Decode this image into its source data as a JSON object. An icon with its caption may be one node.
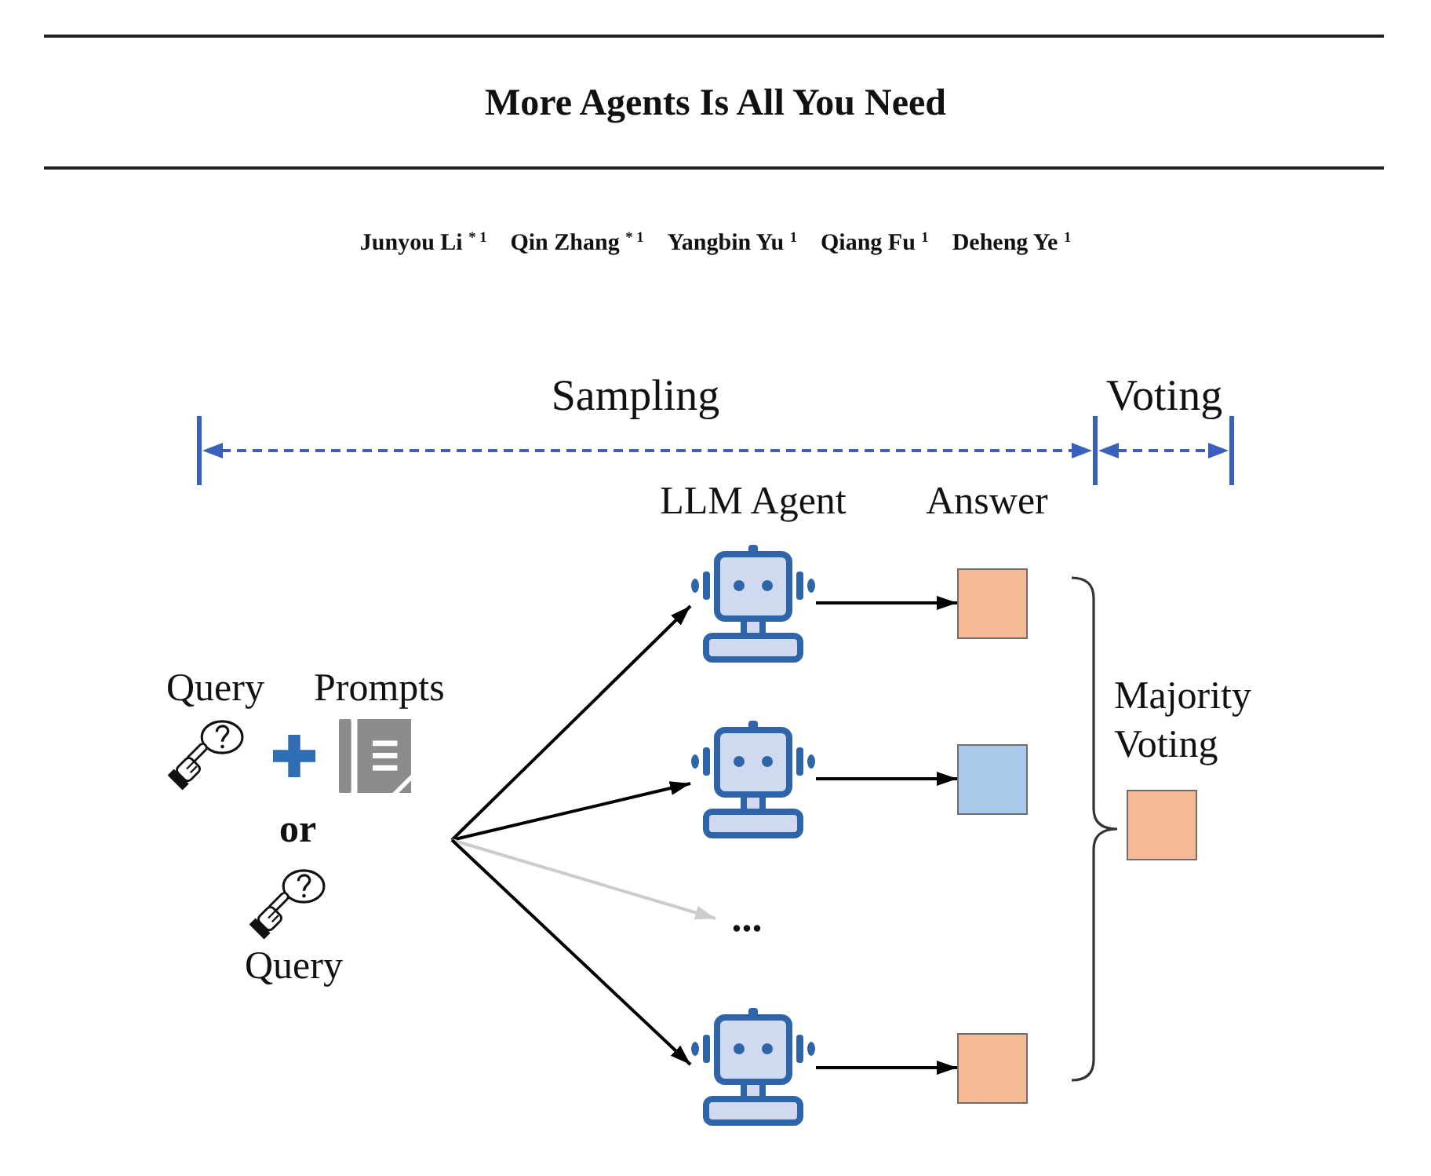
{
  "diagram": {
    "title": "More Agents Is All You Need",
    "nodes": [
      {
        "text": [
          "Query",
          "Prompts",
          "or",
          "Query"
        ]
      },
      {
        "text": [],
        "shape": "picture"
      },
      {
        "text": [],
        "shape": "box"
      },
      {
        "text": [],
        "shape": "picture"
      },
      {
        "text": [],
        "shape": "box"
      },
      {
        "text": [
          "..."
        ]
      },
      {
        "text": [],
        "shape": "picture"
      },
      {
        "text": [],
        "shape": "box"
      },
      {
        "text": [],
        "shape": "box"
      }
    ],
    "edges": [
      {
        "from": 0,
        "to": 1,
        "arrow": "to"
      },
      {
        "from": 0,
        "to": 3,
        "arrow": "to"
      },
      {
        "from": 0,
        "to": 5,
        "arrow": "to",
        "color": "#cccccc"
      },
      {
        "from": 0,
        "to": 6,
        "arrow": "to"
      },
      {
        "from": 1,
        "to": 2,
        "arrow": "to"
      },
      {
        "from": 3,
        "to": 4,
        "arrow": "to"
      },
      {
        "from": 6,
        "to": 7,
        "arrow": "to"
      }
    ],
    "labels": [
      "Junyou Li $^{* 1}$",
      "Qin Zhang $^{* 1}$",
      "Yangbin Yu $^{1}$",
      "Qiang Fu $^{1}$",
      "Deheng Ye $^{1}$",
      "Sampling",
      "Voting",
      "LLM Agent",
      "Answer",
      "Majority Voting"
    ]
  }
}
